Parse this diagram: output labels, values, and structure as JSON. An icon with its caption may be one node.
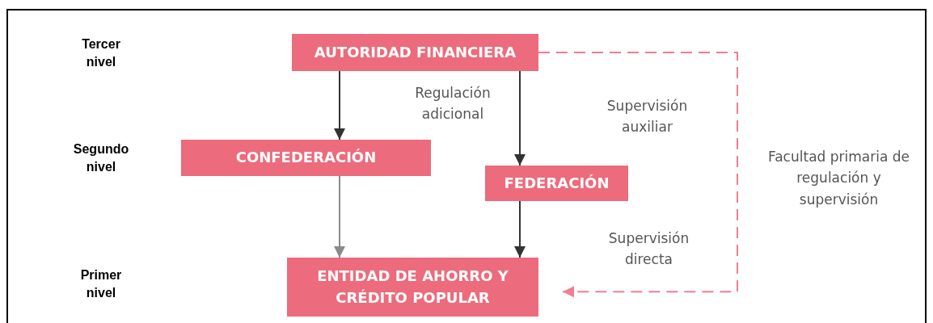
{
  "diagram": {
    "nodes": [
      {
        "text": [
          "AUTORIDAD FINANCIERA"
        ]
      },
      {
        "text": [
          "CONFEDERACIÓN"
        ]
      },
      {
        "text": [
          "FEDERACIÓN"
        ]
      },
      {
        "text": [
          "ENTIDAD DE AHORRO Y CRÉDITO POPULAR"
        ]
      }
    ],
    "edges": [
      {
        "from": 0,
        "to": 1,
        "arrow": "to"
      },
      {
        "from": 0,
        "to": 2,
        "arrow": "to"
      },
      {
        "from": 1,
        "to": 3,
        "arrow": "to",
        "color": "#8a8a8a"
      },
      {
        "from": 2,
        "to": 3,
        "arrow": "to"
      },
      {
        "from": 0,
        "to": 3,
        "arrow": "to",
        "style": "dashed",
        "color": "#ee7f8e"
      }
    ],
    "labels": [
      "Tercer nivel",
      "Regulación adicional",
      "Supervisión auxiliar",
      "Segundo nivel",
      "Facultad primaria de regulación y supervisión",
      "Supervisión directa",
      "Primer nivel"
    ]
  }
}
